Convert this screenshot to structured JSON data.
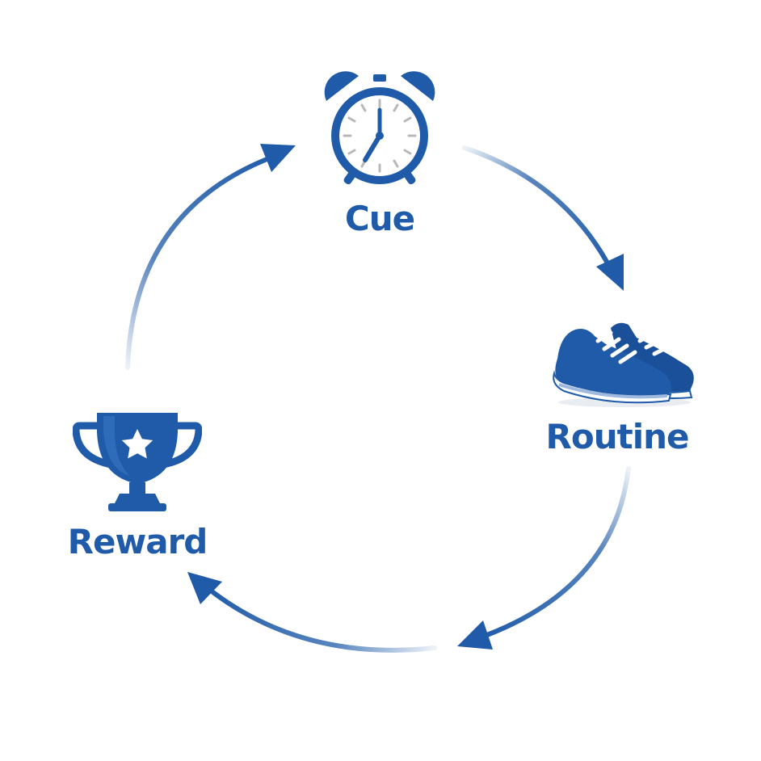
{
  "colors": {
    "primary": "#1f5ba8",
    "dark": "#15468a",
    "light": "#e6eef8",
    "clock_face": "#ffffff",
    "tick": "#b8b8b8"
  },
  "steps": [
    {
      "id": "cue",
      "label": "Cue",
      "icon": "alarm-clock-icon"
    },
    {
      "id": "routine",
      "label": "Routine",
      "icon": "sneakers-icon"
    },
    {
      "id": "reward",
      "label": "Reward",
      "icon": "trophy-icon"
    }
  ]
}
